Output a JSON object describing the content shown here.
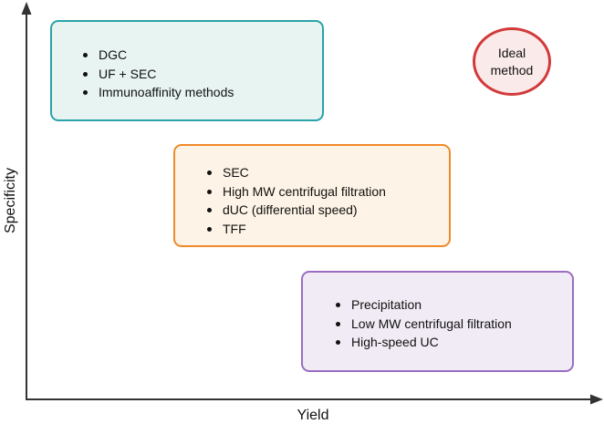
{
  "diagram": {
    "x_axis_label": "Yield",
    "y_axis_label": "Specificity",
    "groups": [
      {
        "id": "high-specificity",
        "border_color": "#2aa3a8",
        "fill_color": "#e8f4f2",
        "items": [
          "DGC",
          "UF + SEC",
          "Immunoaffinity methods"
        ]
      },
      {
        "id": "mid-specificity",
        "border_color": "#ef8a2a",
        "fill_color": "#fdf3e6",
        "items": [
          "SEC",
          "High MW centrifugal filtration",
          "dUC (differential speed)",
          "TFF"
        ]
      },
      {
        "id": "low-specificity",
        "border_color": "#9a6dc2",
        "fill_color": "#f1ebf5",
        "items": [
          "Precipitation",
          "Low MW centrifugal filtration",
          "High-speed UC"
        ]
      }
    ],
    "ideal": {
      "label": "Ideal\nmethod",
      "border_color": "#d23a3a",
      "fill_color": "#fbeaea"
    }
  }
}
